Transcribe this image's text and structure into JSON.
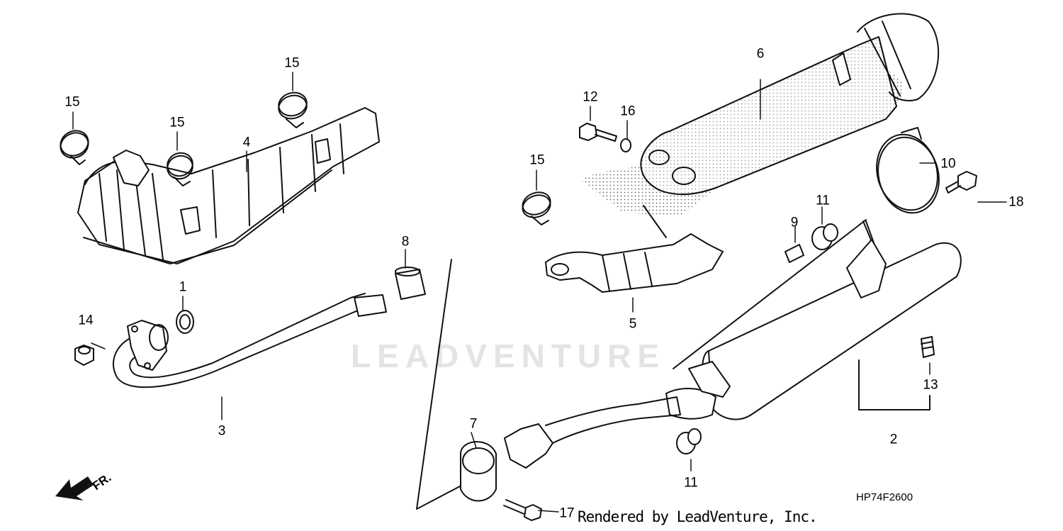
{
  "watermark": {
    "text": "LEADVENTURE"
  },
  "diagram_code": "HP74F2600",
  "credit": "Rendered by LeadVenture, Inc.",
  "front_marker": "FR.",
  "callouts": {
    "p1": "1",
    "p2": "2",
    "p3": "3",
    "p4": "4",
    "p5": "5",
    "p6": "6",
    "p7": "7",
    "p8": "8",
    "p9": "9",
    "p10": "10",
    "p11a": "11",
    "p11b": "11",
    "p12": "12",
    "p13": "13",
    "p14": "14",
    "p15a": "15",
    "p15b": "15",
    "p15c": "15",
    "p15d": "15",
    "p16": "16",
    "p17": "17",
    "p18": "18"
  }
}
